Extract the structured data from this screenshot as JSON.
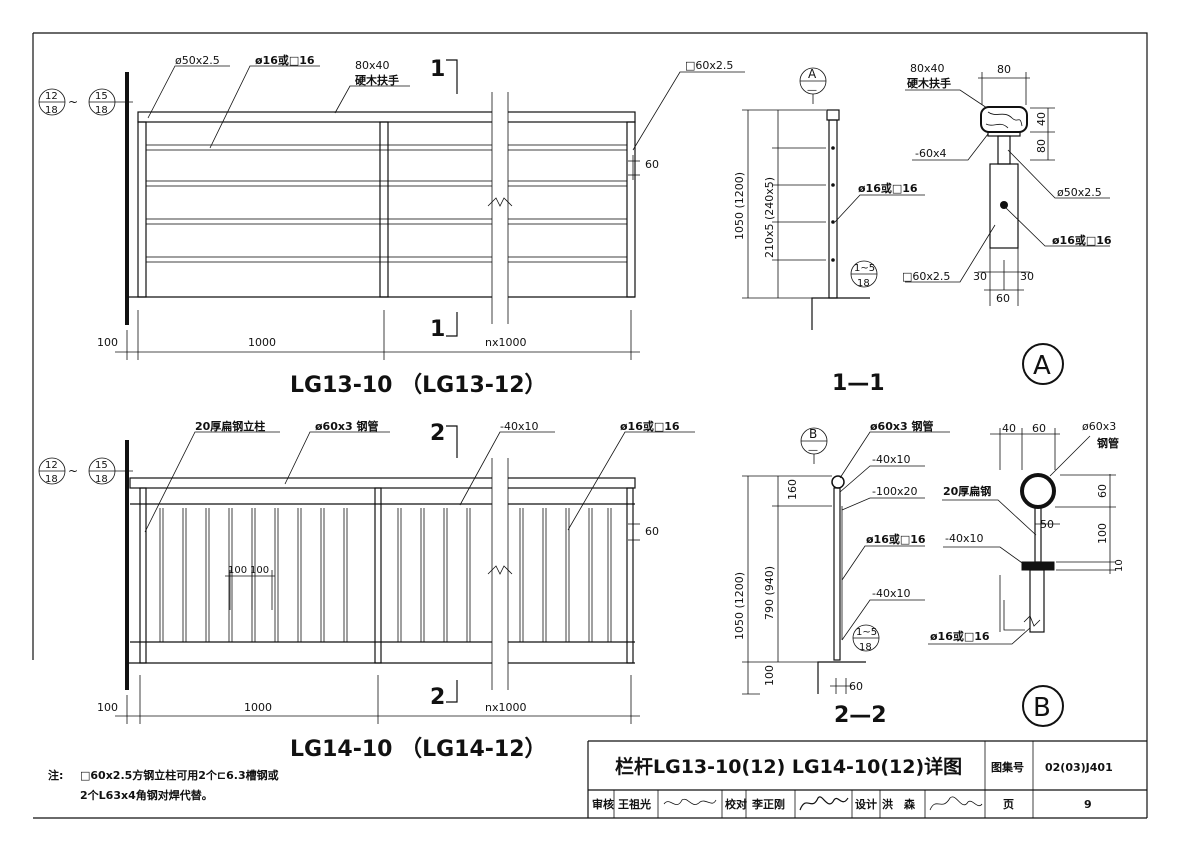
{
  "drawing_a": {
    "callout_top": "12",
    "callout_bot": "18",
    "callout_top2": "15",
    "callout_bot2": "18",
    "tilde": "~",
    "label_pipe_top": "ø50x2.5",
    "label_bar": "ø16或□16",
    "label_handrail_size": "80x40",
    "label_handrail": "硬木扶手",
    "label_post": "□60x2.5",
    "dim_60": "60",
    "dim_100": "100",
    "dim_1000": "1000",
    "dim_nx1000": "nx1000",
    "section_mark_top": "1",
    "section_mark_bot": "1",
    "title": "LG13-10 （LG13-12）"
  },
  "drawing_b": {
    "callout_top": "12",
    "callout_bot": "18",
    "callout_top2": "15",
    "callout_bot2": "18",
    "tilde": "~",
    "label_post": "20厚扁钢立柱",
    "label_pipe": "ø60x3 钢管",
    "label_flat": "-40x10",
    "label_bar": "ø16或□16",
    "dim_60": "60",
    "dim_100a": "100",
    "dim_100b": "100",
    "dim_100": "100",
    "dim_1000": "1000",
    "dim_nx1000": "nx1000",
    "section_mark_top": "2",
    "section_mark_bot": "2",
    "title": "LG14-10 （LG14-12）"
  },
  "section_1": {
    "callout_top": "A",
    "callout_bot": "—",
    "dim_height": "1050 (1200)",
    "dim_spacing": "210x5 (240x5)",
    "label_bar": "ø16或□16",
    "callout2_top": "1~5",
    "callout2_bot": "18",
    "title": "1—1"
  },
  "detail_a": {
    "label_size": "80x40",
    "label_handrail": "硬木扶手",
    "dim_80_top": "80",
    "dim_40": "40",
    "dim_80": "80",
    "label_plate": "-60x4",
    "label_pipe": "ø50x2.5",
    "label_bar": "ø16或□16",
    "label_post": "□60x2.5",
    "dim_30a": "30",
    "dim_30b": "30",
    "dim_60": "60",
    "marker": "A"
  },
  "section_2": {
    "callout_top": "B",
    "callout_bot": "—",
    "label_pipe": "ø60x3 钢管",
    "label_flat1": "-40x10",
    "label_flat2": "-100x20",
    "label_bar": "ø16或□16",
    "label_flat3": "-40x10",
    "dim_160": "160",
    "dim_height": "1050 (1200)",
    "dim_mid": "790 (940)",
    "dim_100": "100",
    "dim_60": "60",
    "callout2_top": "1~5",
    "callout2_bot": "18",
    "title": "2—2"
  },
  "detail_b": {
    "dim_40": "40",
    "dim_60": "60",
    "label_pipe": "ø60x3",
    "label_pipe2": "钢管",
    "label_flatsteel": "20厚扁钢",
    "dim_50": "50",
    "label_flat": "-40x10",
    "dim_60v": "60",
    "dim_100v": "100",
    "dim_10v": "10",
    "label_bar": "ø16或□16",
    "marker": "B"
  },
  "notes": {
    "prefix": "注:",
    "line1": "□60x2.5方钢立柱可用2个⊏6.3槽钢或",
    "line2": "2个L63x4角钢对焊代替。"
  },
  "title_block": {
    "title": "栏杆LG13-10(12)  LG14-10(12)详图",
    "atlas_label": "图集号",
    "atlas_no": "02(03)J401",
    "page_label": "页",
    "page_no": "9",
    "reviewer_role": "审核",
    "reviewer_name": "王祖光",
    "checker_role": "校对",
    "checker_name": "李正刚",
    "designer_role": "设计",
    "designer_name": "洪　森"
  }
}
